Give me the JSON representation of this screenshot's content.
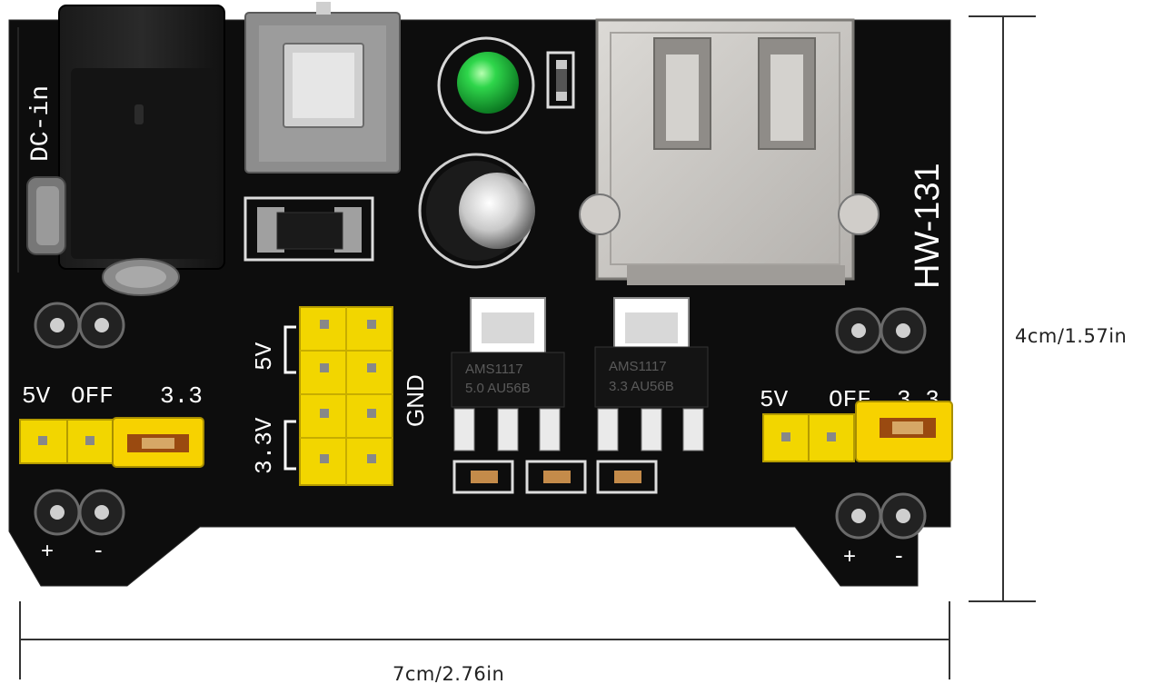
{
  "board": {
    "model": "HW-131",
    "dc_in": "DC-in",
    "left_selector": {
      "v5": "5V",
      "off": "OFF",
      "v33": "3.3"
    },
    "right_selector": {
      "v5": "5V",
      "off": "OFF",
      "v33": "3.3"
    },
    "header_5v": "5V",
    "header_33v": "3.3V",
    "header_gnd": "GND",
    "plus": "+",
    "minus": "-",
    "regulator_1": {
      "line1": "AMS1117",
      "line2": "5.0 AU56B"
    },
    "regulator_2": {
      "line1": "AMS1117",
      "line2": "3.3 AU56B"
    }
  },
  "dimensions": {
    "width": "7cm/2.76in",
    "height": "4cm/1.57in"
  },
  "colors": {
    "pcb": "#0d0d0d",
    "silkscreen": "#ffffff",
    "jumper_yellow": "#f2d600",
    "led_green": "#19b83a",
    "usb_metal": "#c9c6c2"
  }
}
